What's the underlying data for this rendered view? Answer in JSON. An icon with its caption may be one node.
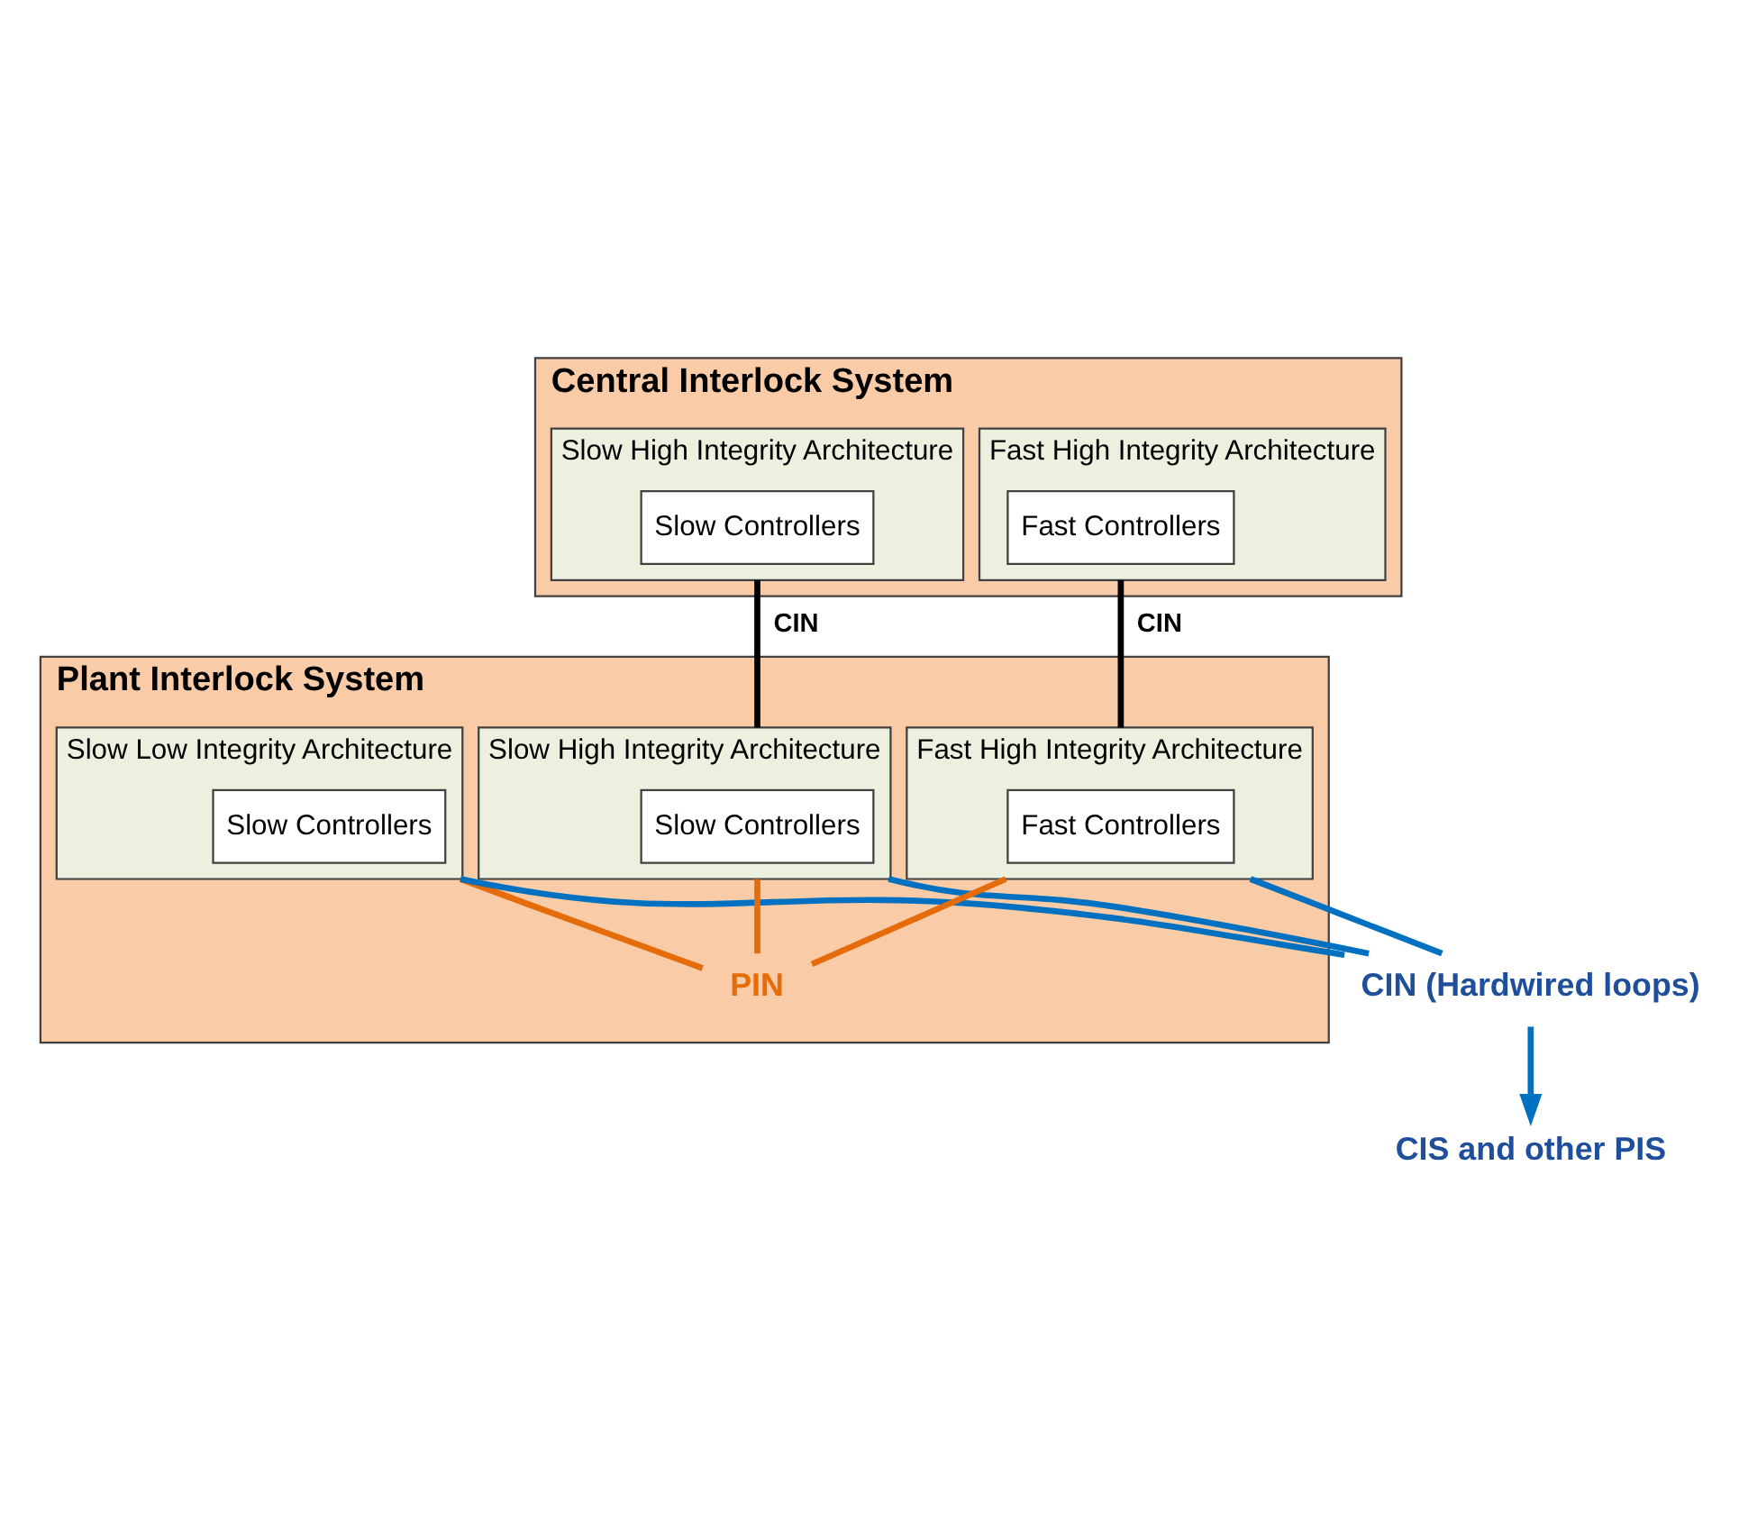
{
  "diagram": {
    "nodes": [
      {
        "text": [
          "Central Interlock System"
        ]
      },
      {
        "text": [
          "Slow High Integrity Architecture"
        ],
        "in": 0
      },
      {
        "text": [
          "Slow Controllers"
        ],
        "in": 1
      },
      {
        "text": [
          "Fast High Integrity Architecture"
        ],
        "in": 0
      },
      {
        "text": [
          "Fast Controllers"
        ],
        "in": 3
      },
      {
        "text": [
          "Plant Interlock System"
        ]
      },
      {
        "text": [
          "Slow Low Integrity Architecture"
        ],
        "in": 5
      },
      {
        "text": [
          "Slow Controllers"
        ],
        "in": 6
      },
      {
        "text": [
          "Slow High Integrity Architecture"
        ],
        "in": 5
      },
      {
        "text": [
          "Slow Controllers"
        ],
        "in": 8
      },
      {
        "text": [
          "Fast High Integrity Architecture"
        ],
        "in": 5
      },
      {
        "text": [
          "Fast Controllers"
        ],
        "in": 10
      },
      {
        "text": [
          "PIN"
        ],
        "in": 5
      },
      {
        "text": [
          "CIN (Hardwired loops)"
        ]
      },
      {
        "text": [
          "CIS and other PIS"
        ]
      }
    ],
    "edges": [
      {
        "from": 1,
        "to": 8,
        "arrow": "none",
        "label": "CIN",
        "color": "#000000"
      },
      {
        "from": 3,
        "to": 10,
        "arrow": "none",
        "label": "CIN",
        "color": "#000000"
      },
      {
        "from": 6,
        "to": 12,
        "arrow": "none",
        "color": "#e46c0a"
      },
      {
        "from": 8,
        "to": 12,
        "arrow": "none",
        "color": "#e46c0a"
      },
      {
        "from": 10,
        "to": 12,
        "arrow": "none",
        "color": "#e46c0a"
      },
      {
        "from": 6,
        "to": 13,
        "arrow": "none",
        "color": "#0070c0"
      },
      {
        "from": 8,
        "to": 13,
        "arrow": "none",
        "color": "#0070c0"
      },
      {
        "from": 10,
        "to": 13,
        "arrow": "none",
        "color": "#0070c0"
      },
      {
        "from": 13,
        "to": 14,
        "arrow": "to",
        "color": "#0070c0"
      }
    ]
  }
}
